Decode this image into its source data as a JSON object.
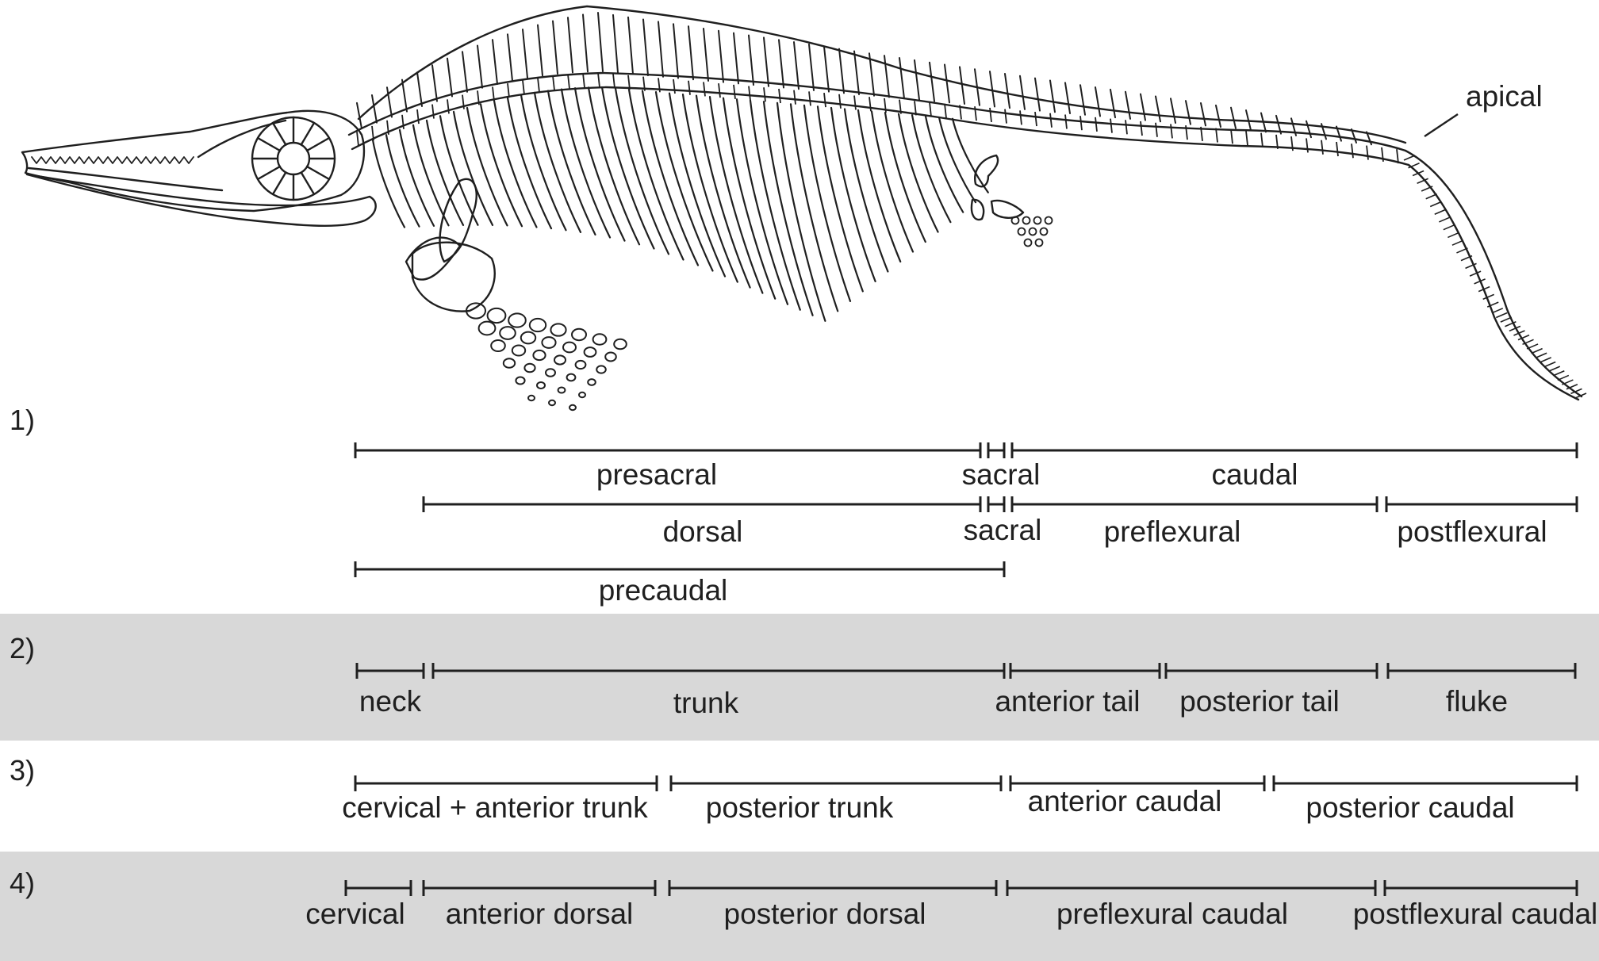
{
  "figure": {
    "callout": "apical",
    "colors": {
      "ink": "#1f1f1f",
      "band": "#d8d8d8",
      "background": "#ffffff"
    }
  },
  "schemes": [
    {
      "number": "1)",
      "bars": [
        {
          "label": "presacral"
        },
        {
          "label": "sacral"
        },
        {
          "label": "caudal"
        },
        {
          "label": "dorsal"
        },
        {
          "label": "sacral"
        },
        {
          "label": "preflexural"
        },
        {
          "label": "postflexural"
        },
        {
          "label": "precaudal"
        }
      ]
    },
    {
      "number": "2)",
      "bars": [
        {
          "label": "neck"
        },
        {
          "label": "trunk"
        },
        {
          "label": "anterior tail"
        },
        {
          "label": "posterior tail"
        },
        {
          "label": "fluke"
        }
      ]
    },
    {
      "number": "3)",
      "bars": [
        {
          "label": "cervical + anterior trunk"
        },
        {
          "label": "posterior trunk"
        },
        {
          "label": "anterior caudal"
        },
        {
          "label": "posterior caudal"
        }
      ]
    },
    {
      "number": "4)",
      "bars": [
        {
          "label": "cervical"
        },
        {
          "label": "anterior dorsal"
        },
        {
          "label": "posterior dorsal"
        },
        {
          "label": "preflexural caudal"
        },
        {
          "label": "postflexural caudal"
        }
      ]
    }
  ]
}
